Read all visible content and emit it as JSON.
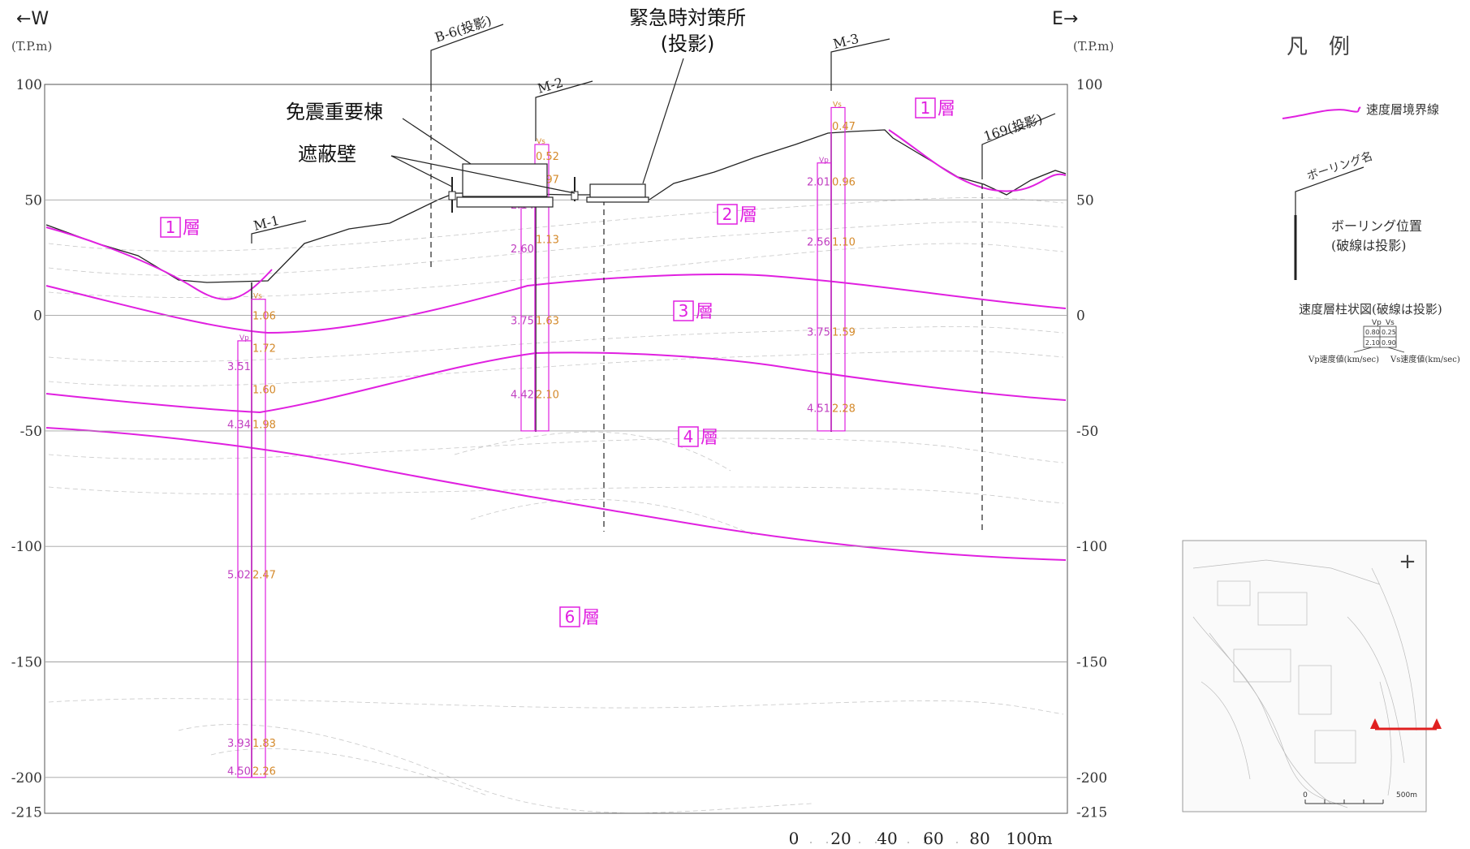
{
  "title": {
    "west": "←W",
    "east": "E→",
    "unit": "(T.P.m)"
  },
  "y_axis": {
    "ticks": [
      100,
      50,
      0,
      -50,
      -100,
      -150,
      -200,
      -215
    ],
    "min": -215,
    "max": 100
  },
  "labels": {
    "emergency_office": "緊急時対策所",
    "emergency_office_sub": "(投影)",
    "seismic_building": "免震重要棟",
    "shield_wall": "遮蔽壁"
  },
  "boreholes": [
    {
      "name": "B-6(投影)",
      "projected": true
    },
    {
      "name": "M-1",
      "projected": false
    },
    {
      "name": "M-2",
      "projected": false
    },
    {
      "name": "M-3",
      "projected": false
    },
    {
      "name": "169(投影)",
      "projected": true
    }
  ],
  "layers": [
    {
      "num": "1",
      "text": "層",
      "id": "layer-1-west"
    },
    {
      "num": "1",
      "text": "層",
      "id": "layer-1-east"
    },
    {
      "num": "2",
      "text": "層",
      "id": "layer-2"
    },
    {
      "num": "3",
      "text": "層",
      "id": "layer-3"
    },
    {
      "num": "4",
      "text": "層",
      "id": "layer-4"
    },
    {
      "num": "6",
      "text": "層",
      "id": "layer-6"
    }
  ],
  "velocity_columns": {
    "M-1": {
      "vs_head": "Vs",
      "vp_head": "Vp",
      "vp": [
        {
          "depth": -22,
          "value": "3.51"
        },
        {
          "depth": -47,
          "value": "4.34"
        },
        {
          "depth": -112,
          "value": "5.02"
        },
        {
          "depth": -185,
          "value": "3.93"
        },
        {
          "depth": -197,
          "value": "4.50"
        }
      ],
      "vs": [
        {
          "depth": 0,
          "value": "1.06"
        },
        {
          "depth": -14,
          "value": "1.72"
        },
        {
          "depth": -32,
          "value": "1.60"
        },
        {
          "depth": -47,
          "value": "1.98"
        },
        {
          "depth": -112,
          "value": "2.47"
        },
        {
          "depth": -185,
          "value": "1.83"
        },
        {
          "depth": -197,
          "value": "2.26"
        }
      ]
    },
    "M-2": {
      "vs_head": "Vs",
      "vp_head": "Vp",
      "vp": [
        {
          "depth": 48,
          "value": "2.14"
        },
        {
          "depth": 29,
          "value": "2.60"
        },
        {
          "depth": -2,
          "value": "3.75"
        },
        {
          "depth": -34,
          "value": "4.42"
        }
      ],
      "vs": [
        {
          "depth": 69,
          "value": "0.52"
        },
        {
          "depth": 59,
          "value": "0.97"
        },
        {
          "depth": 33,
          "value": "1.13"
        },
        {
          "depth": -2,
          "value": "1.63"
        },
        {
          "depth": -34,
          "value": "2.10"
        }
      ]
    },
    "M-3": {
      "vs_head": "Vs",
      "vp_head": "Vp",
      "vp": [
        {
          "depth": 58,
          "value": "2.01"
        },
        {
          "depth": 32,
          "value": "2.56"
        },
        {
          "depth": -7,
          "value": "3.75"
        },
        {
          "depth": -40,
          "value": "4.51"
        }
      ],
      "vs": [
        {
          "depth": 82,
          "value": "0.47"
        },
        {
          "depth": 58,
          "value": "0.96"
        },
        {
          "depth": 32,
          "value": "1.10"
        },
        {
          "depth": -7,
          "value": "1.59"
        },
        {
          "depth": -40,
          "value": "2.28"
        }
      ]
    }
  },
  "scale_bar": {
    "labels": [
      "0",
      "20",
      "40",
      "60",
      "80",
      "100m"
    ]
  },
  "legend": {
    "title": "凡　例",
    "boundary_line": "速度層境界線",
    "boring_name": "ボーリング名",
    "boring_position": "ボーリング位置",
    "boring_position_note": "(破線は投影)",
    "column_title": "速度層柱状図(破線は投影)",
    "sample_vp_head": "Vp",
    "sample_vs_head": "Vs",
    "sample_values": [
      "0.80",
      "0.25",
      "2.10",
      "0.90"
    ],
    "vp_caption": "Vp速度値(km/sec)",
    "vs_caption": "Vs速度値(km/sec)"
  },
  "key_map": {
    "north": "+",
    "scale_start": "0",
    "scale_end": "500m"
  },
  "colors": {
    "boundary": "#e020e0",
    "vs_text": "#d4892a",
    "vp_text": "#c040c0",
    "grid": "#9a9a9a",
    "section_arrow": "#e02020"
  }
}
